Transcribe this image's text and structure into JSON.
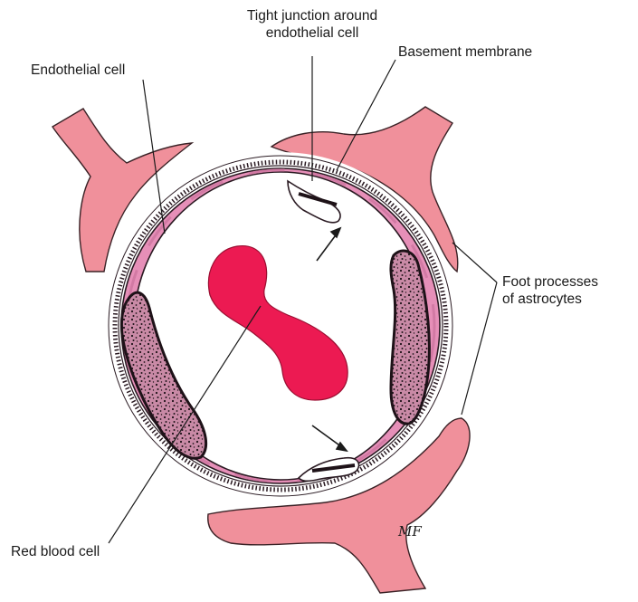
{
  "labels": {
    "tight_junction_line1": "Tight junction around",
    "tight_junction_line2": "endothelial cell",
    "basement_membrane": "Basement membrane",
    "endothelial_cell": "Endothelial cell",
    "foot_processes_line1": "Foot processes",
    "foot_processes_line2": "of astrocytes",
    "red_blood_cell": "Red blood cell",
    "signature": "MF"
  },
  "colors": {
    "astrocyte": "#f0909b",
    "astrocyte_outline": "#3a2226",
    "endothelium": "#e68fb8",
    "endothelium_outline": "#2a1a22",
    "red_blood_cell": "#ec1a52",
    "nucleus_speckle": "#1e1218",
    "nucleus_fill": "#c98aa6"
  }
}
